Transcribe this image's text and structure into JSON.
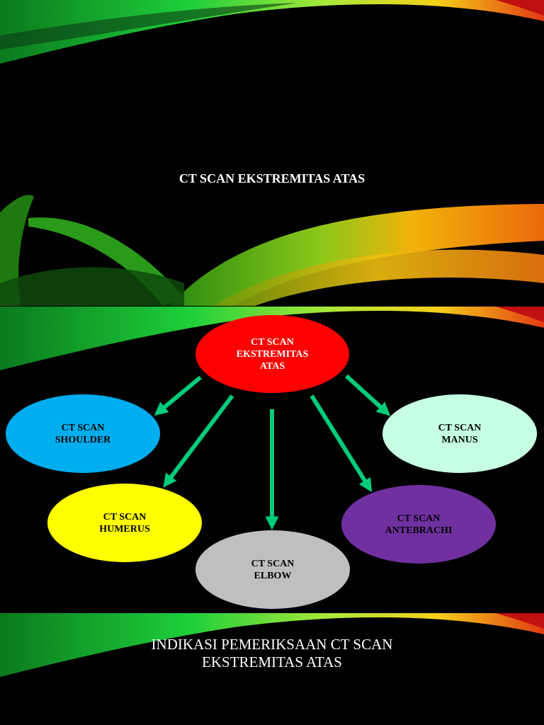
{
  "slide1": {
    "title": "CT SCAN EKSTREMITAS ATAS"
  },
  "slide2": {
    "center": {
      "label": "CT SCAN\nEKSTREMITAS\nATAS",
      "color": "#ff0000",
      "text_color": "#ffffff"
    },
    "nodes": [
      {
        "label": "CT SCAN\nSHOULDER",
        "color": "#00aeef",
        "text_color": "#000000"
      },
      {
        "label": "CT SCAN\nMANUS",
        "color": "#c6ffe2",
        "text_color": "#000000"
      },
      {
        "label": "CT SCAN\nHUMERUS",
        "color": "#ffff00",
        "text_color": "#000000"
      },
      {
        "label": "CT SCAN\nANTEBRACHI",
        "color": "#7030a0",
        "text_color": "#000000"
      },
      {
        "label": "CT SCAN\nELBOW",
        "color": "#bfbfbf",
        "text_color": "#000000"
      }
    ],
    "arrow_color": "#00cc7a"
  },
  "slide3": {
    "title": "INDIKASI PEMERIKSAAN CT SCAN\nEKSTREMITAS ATAS"
  }
}
